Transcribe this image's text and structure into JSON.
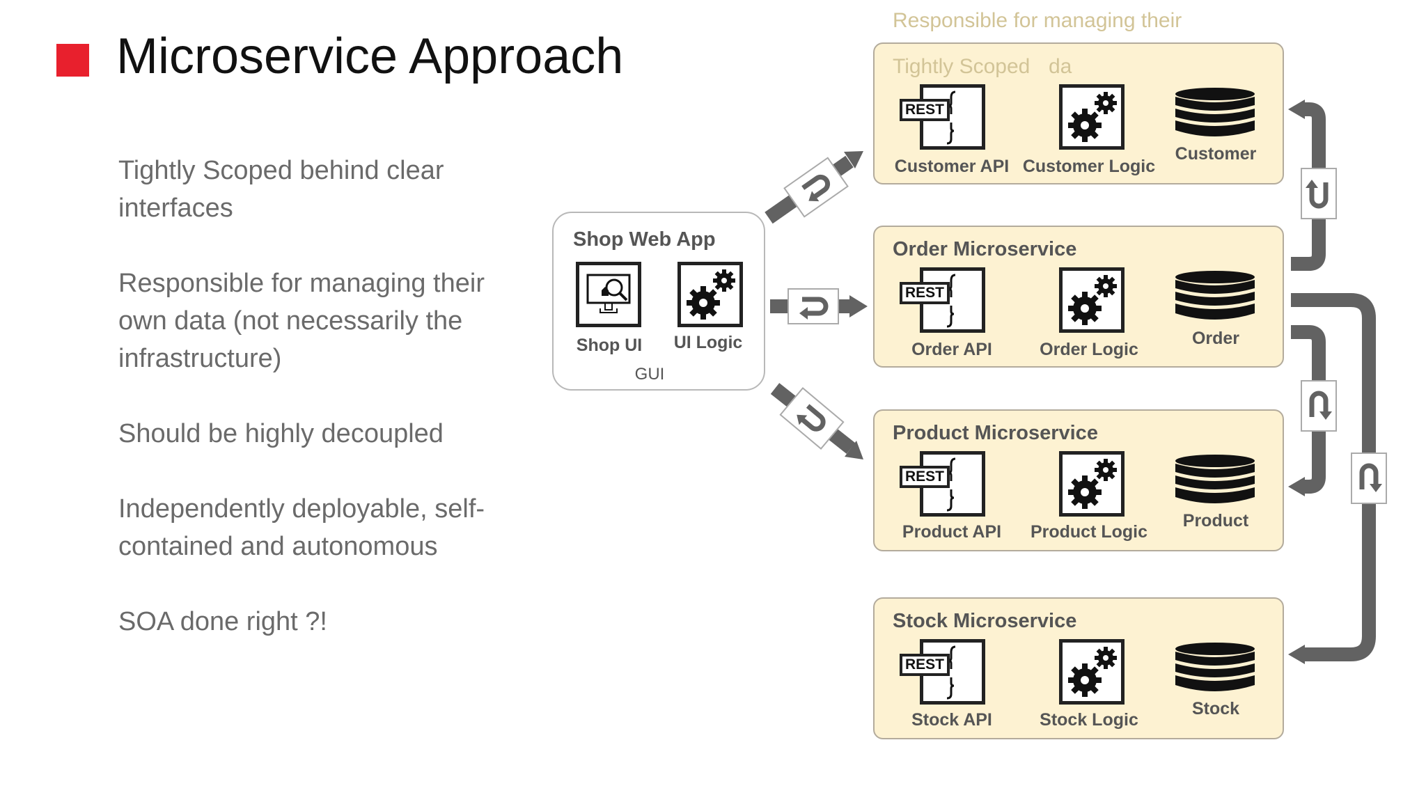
{
  "slide": {
    "title": "Microservice Approach",
    "accent_color": "#e8202d",
    "bullets": [
      "Tightly Scoped behind clear interfaces",
      "Responsible for managing their own data (not necessarily the infrastructure)",
      "Should be highly decoupled",
      "Independently deployable, self-contained and autonomous",
      "SOA done right ?!"
    ]
  },
  "diagram": {
    "web_app": {
      "title": "Shop Web App",
      "ui_label": "Shop UI",
      "logic_label": "UI Logic",
      "caption": "GUI"
    },
    "rest_tag": "REST",
    "services": [
      {
        "title": "Tightly Scoped",
        "ghost_text": "Responsible for managing their",
        "ghost_text2": "da",
        "api": "Customer API",
        "logic": "Customer Logic",
        "db": "Customer"
      },
      {
        "title": "Order Microservice",
        "api": "Order API",
        "logic": "Order Logic",
        "db": "Order"
      },
      {
        "title": "Product Microservice",
        "api": "Product API",
        "logic": "Product Logic",
        "db": "Product"
      },
      {
        "title": "Stock Microservice",
        "api": "Stock API",
        "logic": "Stock Logic",
        "db": "Stock"
      }
    ],
    "colors": {
      "box_fill": "#fdf2d2",
      "arrow": "#626262"
    }
  }
}
